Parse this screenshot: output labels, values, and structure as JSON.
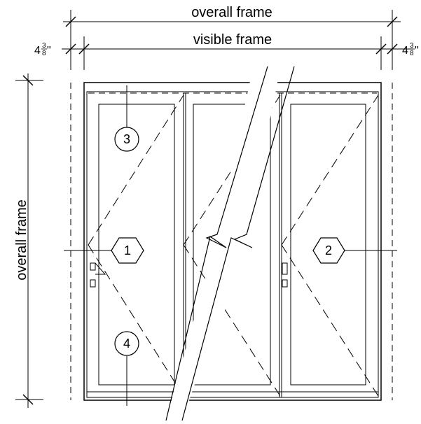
{
  "dimensions": {
    "top_overall": "overall frame",
    "top_visible": "visible frame",
    "left_overall": "overall frame",
    "left_offset": {
      "whole": "4",
      "num": "3",
      "den": "8",
      "unit": "\""
    },
    "right_offset": {
      "whole": "4",
      "num": "3",
      "den": "8",
      "unit": "\""
    }
  },
  "tags": {
    "hex_1": "1",
    "hex_2": "2",
    "circle_3": "3",
    "circle_4": "4"
  },
  "colors": {
    "line": "#000000",
    "background": "#ffffff"
  }
}
